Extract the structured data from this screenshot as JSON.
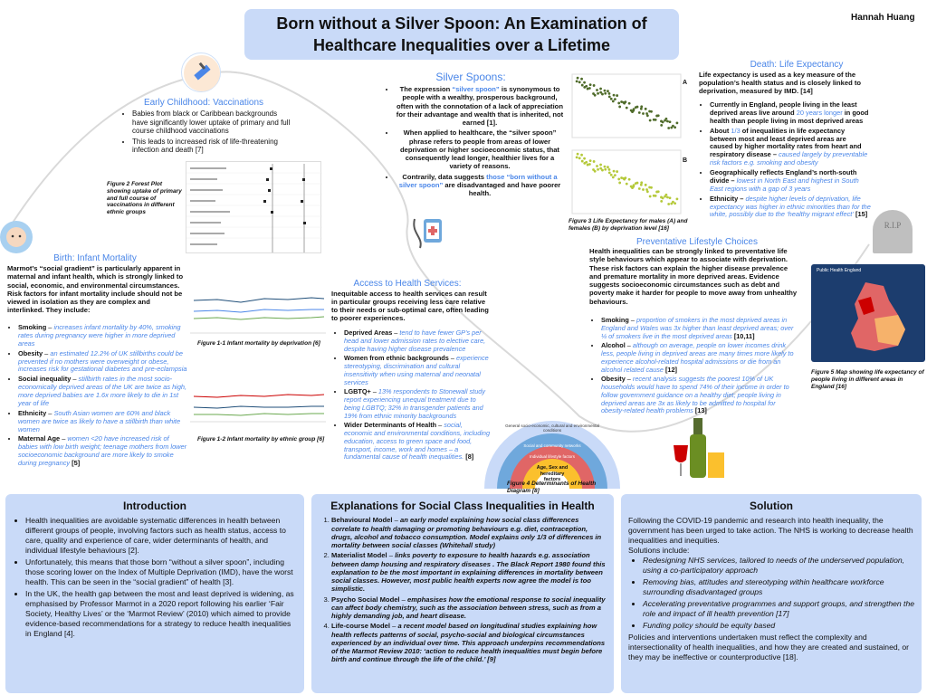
{
  "title": "Born without a Silver Spoon: An Examination of Healthcare Inequalities over a Lifetime",
  "author": "Hannah Huang",
  "early_childhood": {
    "heading": "Early Childhood: Vaccinations",
    "bullets": [
      "Babies from black or Caribbean backgrounds have significantly lower uptake of primary and full course childhood vaccinations",
      "This leads to increased risk of life-threatening infection and death [7]"
    ],
    "fig_caption": "Figure 2 Forest Plot showing uptake of primary and full course of vaccinations in different ethnic groups"
  },
  "silver_spoons": {
    "heading": "Silver Spoons:",
    "b1_pre": "The expression ",
    "b1_quote": "“silver spoon”",
    "b1_post": " is synonymous to people with a wealthy, prosperous background, often with the connotation of  a lack of appreciation for their advantage and wealth that is inherited, not earned  [1].",
    "b2": "When applied to healthcare, the “silver spoon” phrase refers to people from areas of lower deprivation or higher socioeconomic status, that consequently lead longer, healthier lives for a variety of reasons.",
    "b3_pre": "Contrarily, data suggests ",
    "b3_quote": "those “born without a silver spoon”",
    "b3_post": " are disadvantaged and have poorer health."
  },
  "fig3": {
    "caption": "Figure 3 Life Expectancy for males (A) and females (B) by deprivation level [16]",
    "label_a": "A",
    "label_b": "B"
  },
  "death": {
    "heading": "Death: Life Expectancy",
    "intro": "Life expectancy is used as a key measure of the population’s health status and is closely linked to deprivation, measured by IMD. [14]",
    "b1_pre": "Currently in England, people living in the least deprived areas live around ",
    "b1_hl": "20 years longer",
    "b1_post": " in good health than people living in most deprived areas",
    "b2_pre": "About ",
    "b2_hl": "1/3",
    "b2_mid": " of inequalities in life expectancy between most and least deprived areas are caused by higher mortality rates from heart and respiratory disease – ",
    "b2_it": "caused largely by preventable risk factors e.g. smoking and obesity",
    "b3_pre": "Geographically reflects England’s north-south divide – ",
    "b3_it": "lowest in North East and highest in South East regions with a gap of 3 years",
    "b4_pre": "Ethnicity – ",
    "b4_it": "despite higher levels of deprivation, life expectancy was higher in ethnic minorities than for the white, possibly due to the ‘healthy migrant effect’",
    "b4_post": " [15]",
    "rip": "R.I.P"
  },
  "birth": {
    "heading": "Birth: Infant Mortality",
    "intro": "Marmot’s “social gradient” is particularly apparent in maternal and infant health, which is strongly linked to social, economic, and environmental circumstances. Risk factors for infant mortality include should not be viewed in isolation as they are complex and interlinked. They include:",
    "items": [
      {
        "label": "Smoking",
        "text": "increases infant mortality by 40%, smoking rates during pregnancy were higher in more deprived areas",
        "ref": ""
      },
      {
        "label": "Obesity",
        "text": "an estimated 12.2% of UK stillbirths could be prevented if no mothers were overweight or obese, increases risk for gestational diabetes and pre-eclampsia",
        "ref": ""
      },
      {
        "label": "Social inequality",
        "text": "stillbirth rates in the most socio-economically deprived areas of the UK are twice as high, more deprived babies are 1.6x more likely to die in 1st year of life",
        "ref": ""
      },
      {
        "label": "Ethnicity",
        "text": "South Asian women are 60% and black women are twice as likely to have a stillbirth than white women",
        "ref": ""
      },
      {
        "label": "Maternal Age",
        "text": "women <20 have increased risk of babies with low birth weight; teenage mothers from lower socioeconomic background are more likely to smoke during pregnancy",
        "ref": " [5]"
      }
    ],
    "fig1_caption": "Figure 1-1 Infant mortality by deprivation [6]",
    "fig2_caption": "Figure 1-2 Infant mortality by ethnic group [6]"
  },
  "access": {
    "heading": "Access to Health Services:",
    "intro": "Inequitable access to health services can result in particular groups receiving less care relative to their needs or sub-optimal care, often leading to poorer experiences.",
    "items": [
      {
        "label": "Deprived Areas",
        "text": "tend to have fewer GP’s per head and lower admission rates to elective care, despite having higher disease prevalence"
      },
      {
        "label": "Women from ethnic backgrounds",
        "text": "experience stereotyping, discrimination and cultural insensitivity when using maternal and neonatal services"
      },
      {
        "label": "LGBTQ+",
        "text": "13% respondents to Stonewall study report experiencing unequal treatment due to being LGBTQ; 32% in transgender patients and 19% from ethnic minority backgrounds"
      },
      {
        "label": "Wider Determinants of Health",
        "text": "social, economic and environmental conditions, including education, access to green space and food, transport, income, work and homes – a fundamental cause of health inequalities.",
        "ref": " [8]"
      }
    ],
    "fig4_caption": "Figure 4 Determinants of Health Diagram [8]",
    "rainbow_center": "Age, Sex and hereditary factors",
    "rainbow_layers": [
      "Individual lifestyle factors",
      "Social and community networks",
      "General socio-economic, cultural and environmental conditions"
    ]
  },
  "preventative": {
    "heading": "Preventative Lifestyle Choices",
    "intro": "Health inequalities can be strongly linked to preventative life style behaviours which appear to associate with deprivation. These risk factors can explain the higher disease prevalence and premature mortality in more deprived areas. Evidence suggests socioeconomic circumstances such as debt and poverty make it harder for people to move away from unhealthy behaviours.",
    "items": [
      {
        "label": "Smoking",
        "text": "proportion of smokers in the most deprived areas in England and Wales was 3x higher than least deprived areas; over ¼ of smokers live in the most deprived areas",
        "ref": " [10,11]"
      },
      {
        "label": "Alcohol",
        "text": "although on average, people on lower incomes drink less, people living in deprived areas are many times more likely to experience alcohol-related hospital admissions or die from an alcohol related cause",
        "ref": " [12]"
      },
      {
        "label": "Obesity",
        "text": "recent analysis suggests the poorest 10% of UK households would have to spend 74% of their income in order to follow government guidance on a healthy diet; people living in deprived areas are 3x as likely to be admitted to hospital for obesity-related health problems",
        "ref": " [13]"
      }
    ],
    "map_caption": "Figure 5 Map showing life expectancy of people living in different areas in England [16]",
    "map_header": "Public Health England"
  },
  "introduction": {
    "heading": "Introduction",
    "bullets": [
      "Health inequalities are avoidable systematic differences in health between different groups of people, involving factors such as health status, access to care, quality and experience of care, wider determinants of health, and individual lifestyle behaviours [2].",
      "Unfortunately, this means that those born “without a silver spoon”, including those scoring lower on the Index of Multiple Deprivation (IMD), have the worst health. This can be seen in the “social gradient” of health [3].",
      "In the UK, the health gap between the  most and least deprived is widening, as emphasised by Professor Marmot in a 2020 report following his earlier ‘Fair Society, Healthy Lives’ or the ‘Marmot Review’ (2010) which aimed to provide evidence-based recommendations for a strategy to reduce health inequalities in England [4]."
    ]
  },
  "explanations": {
    "heading": "Explanations for Social Class Inequalities in Health",
    "items": [
      {
        "label": "Behavioural Model",
        "text": "an early model explaining how social class differences correlate to health damaging or promoting behaviours e.g. diet, contraception, drugs, alcohol and tobacco consumption. Model explains only 1/3 of differences in mortality between social classes (Whitehall study)"
      },
      {
        "label": "Materialist Model",
        "text": "links poverty to exposure to health hazards e.g. association between damp housing and respiratory diseases . The Black Report 1980 found this explanation to be the most important in explaining differences in mortality between social classes. However, most public health experts now agree the model is too simplistic."
      },
      {
        "label": "Psycho Social Model",
        "text": "emphasises how the emotional response to social inequality can affect body chemistry, such as the association between stress, such as from a highly demanding job, and heart disease."
      },
      {
        "label": "Life-course Model",
        "text": "a recent model based on longitudinal studies explaining how health reflects patterns of social, psycho-social and biological circumstances experienced by an individual over time. This approach underpins recommendations of the Marmot Review 2010: ‘action to reduce health inequalities must begin before birth and continue through the life of the child.’ [9]"
      }
    ]
  },
  "solution": {
    "heading": "Solution",
    "intro": "Following the COVID-19 pandemic and research into health inequality, the government has been urged to take action. The NHS is working to decrease health inequalities and inequities.",
    "sub": "Solutions include:",
    "bullets": [
      "Redesigning NHS services, tailored to needs of the underserved population, using a co-participatory approach",
      "Removing bias, attitudes and stereotyping within healthcare workforce surrounding disadvantaged groups",
      "Accelerating preventative programmes and support groups, and strengthen the role and impact of ill health prevention [17]",
      "Funding policy should be equity based"
    ],
    "outro": "Policies and interventions undertaken must reflect the complexity and intersectionality of health inequalities, and how they are created and sustained, or they may be ineffective or counterproductive [18]."
  },
  "colors": {
    "accent": "#4a86e8",
    "box": "#c9daf8"
  }
}
